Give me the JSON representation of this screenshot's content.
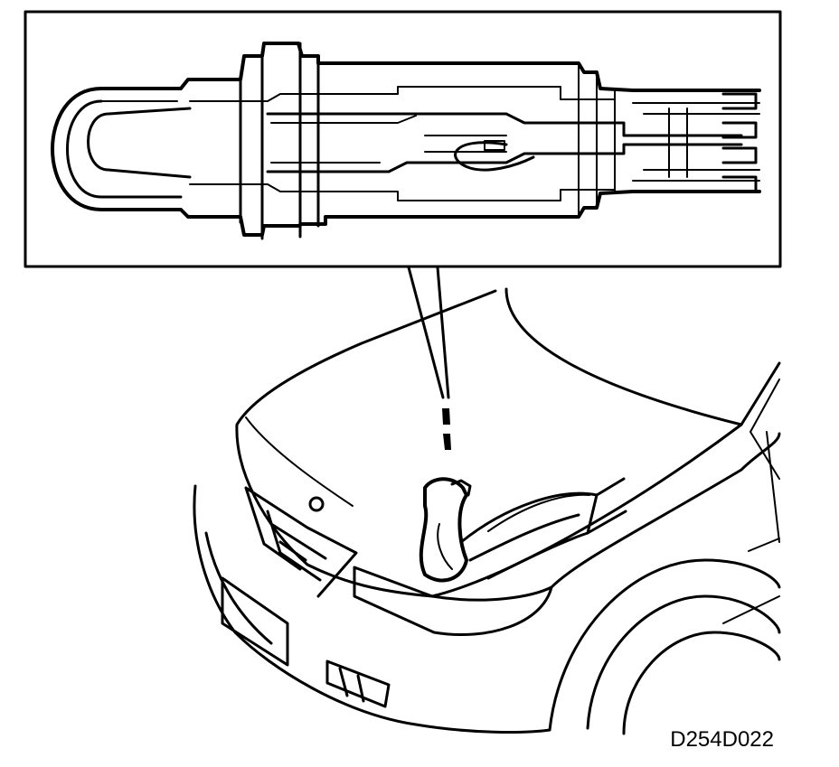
{
  "figure": {
    "code": "D254D022",
    "subject": "oxygen-sensor",
    "inset_shows": "sensor-cross-section",
    "main_shows": "front-of-car-engine-bay"
  },
  "colors": {
    "ink": "#000000",
    "paper": "#ffffff"
  }
}
